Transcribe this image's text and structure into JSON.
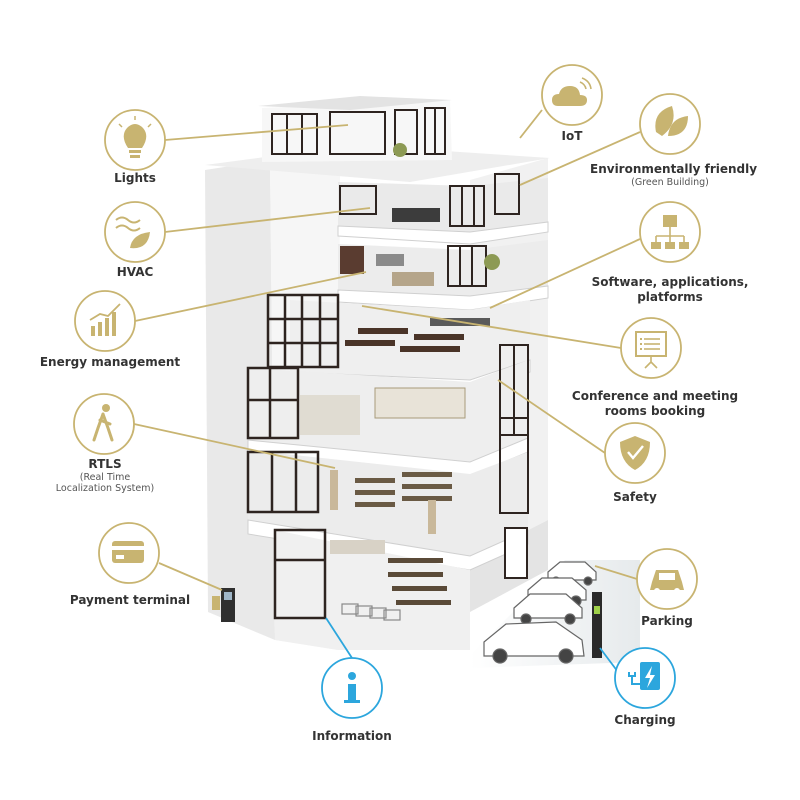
{
  "colors": {
    "gold": "#c8b471",
    "blue": "#2ca6dd",
    "wall": "#f4f4f4",
    "shade": "#dfdfdf",
    "frame": "#3a2a24"
  },
  "callouts": {
    "lights": {
      "label": "Lights",
      "icon": "lightbulb-icon"
    },
    "hvac": {
      "label": "HVAC",
      "icon": "hvac-icon"
    },
    "energy": {
      "label": "Energy management",
      "icon": "energy-chart-icon"
    },
    "rtls": {
      "label": "RTLS",
      "sub1": "(Real Time",
      "sub2": "Localization System)",
      "icon": "walking-person-icon"
    },
    "payment": {
      "label": "Payment terminal",
      "icon": "credit-card-icon"
    },
    "information": {
      "label": "Information",
      "icon": "info-icon"
    },
    "iot": {
      "label": "IoT",
      "icon": "cloud-wifi-icon"
    },
    "eco": {
      "label": "Environmentally friendly",
      "sub1": "(Green Building)",
      "icon": "leaf-icon"
    },
    "software": {
      "label1": "Software, applications,",
      "label2": "platforms",
      "icon": "network-chip-icon"
    },
    "conference": {
      "label1": "Conference and meeting",
      "label2": "rooms booking",
      "icon": "presentation-board-icon"
    },
    "safety": {
      "label": "Safety",
      "icon": "shield-check-icon"
    },
    "parking": {
      "label": "Parking",
      "icon": "car-icon"
    },
    "charging": {
      "label": "Charging",
      "icon": "ev-charger-icon"
    }
  }
}
